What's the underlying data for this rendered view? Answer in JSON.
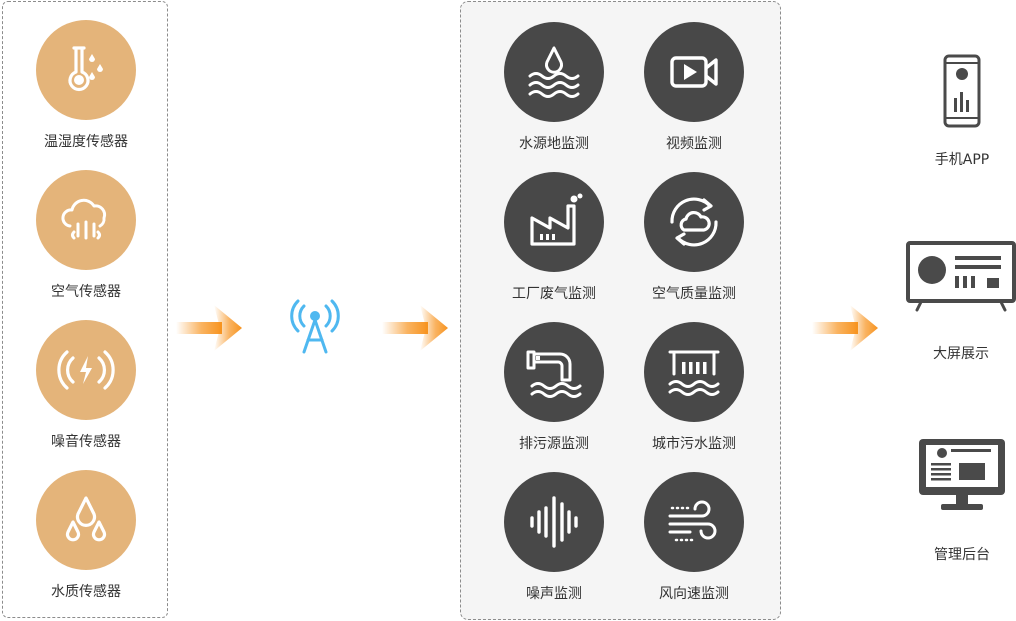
{
  "sensors": [
    {
      "label": "温湿度传感器",
      "icon": "thermometer-humidity-icon"
    },
    {
      "label": "空气传感器",
      "icon": "cloud-air-icon"
    },
    {
      "label": "噪音传感器",
      "icon": "sound-wave-icon"
    },
    {
      "label": "水质传感器",
      "icon": "water-drops-icon"
    }
  ],
  "monitoring": [
    {
      "label": "水源地监测",
      "icon": "water-source-icon"
    },
    {
      "label": "视频监测",
      "icon": "video-camera-icon"
    },
    {
      "label": "工厂废气监测",
      "icon": "factory-icon"
    },
    {
      "label": "空气质量监测",
      "icon": "cloud-cycle-icon"
    },
    {
      "label": "排污源监测",
      "icon": "discharge-pipe-icon"
    },
    {
      "label": "城市污水监测",
      "icon": "sewage-icon"
    },
    {
      "label": "噪声监测",
      "icon": "audio-wave-icon"
    },
    {
      "label": "风向速监测",
      "icon": "wind-icon"
    }
  ],
  "outputs": [
    {
      "label": "手机APP",
      "icon": "mobile-phone-icon"
    },
    {
      "label": "大屏展示",
      "icon": "large-screen-icon"
    },
    {
      "label": "管理后台",
      "icon": "desktop-monitor-icon"
    }
  ],
  "colors": {
    "sensor_fill": "#e4b47a",
    "monitor_fill": "#484848",
    "arrow": "#f7931e",
    "tower": "#4fb8f0",
    "device": "#4a4a4a"
  }
}
